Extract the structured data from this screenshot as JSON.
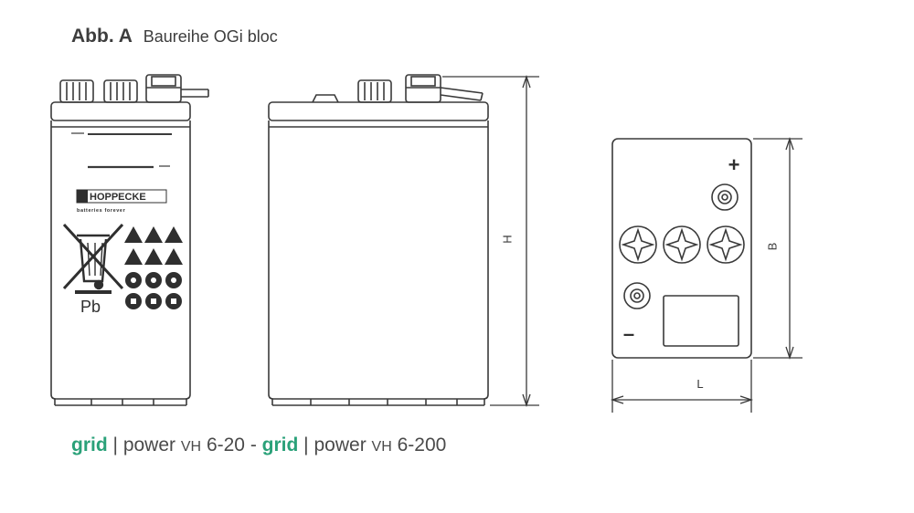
{
  "figure": {
    "label": "Abb. A",
    "subtitle": "Baureihe OGi bloc"
  },
  "caption": {
    "brand1": "grid",
    "sep1": "|",
    "text1": "power",
    "vh1": "VH",
    "range1": "6-20 -",
    "brand2": "grid",
    "sep2": "|",
    "text2": "power",
    "vh2": "VH",
    "range2": "6-200",
    "brand_color": "#2aa179"
  },
  "front_view": {
    "logo_text": "HOPPECKE",
    "logo_tagline": "batteries forever",
    "recycle_label": "Pb"
  },
  "dimensions": {
    "height": "H",
    "width": "B",
    "length": "L"
  },
  "top_view": {
    "plus": "+",
    "minus": "–"
  }
}
